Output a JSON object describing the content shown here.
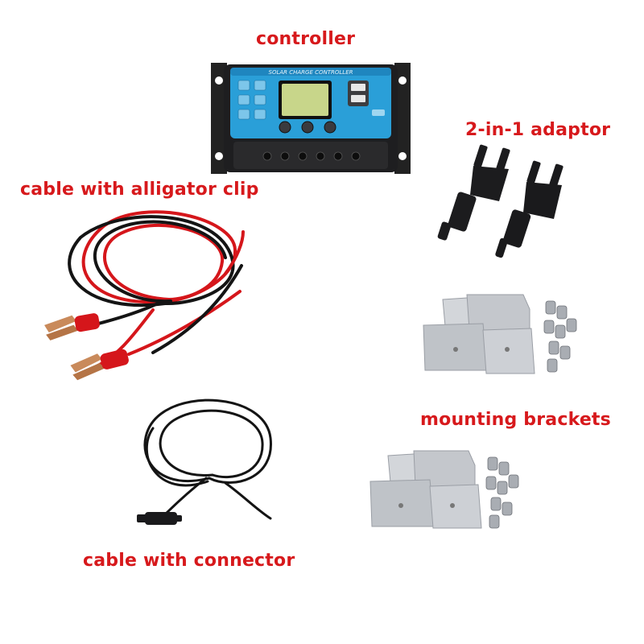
{
  "labels": {
    "controller": "controller",
    "adaptor": "2-in-1 adaptor",
    "alligator_cable": "cable with alligator clip",
    "brackets": "mounting brackets",
    "connector_cable": "cable with connector"
  },
  "controller": {
    "header_text": "SOLAR CHARGE CONTROLLER"
  },
  "colors": {
    "label_red": "#d7191c",
    "panel_blue": "#2a9fd8",
    "housing_black": "#1e1e20",
    "lcd_green": "#c8d68a",
    "cable_red": "#d5161b",
    "cable_black": "#141414",
    "bracket_gray": "#c4c7cc"
  }
}
